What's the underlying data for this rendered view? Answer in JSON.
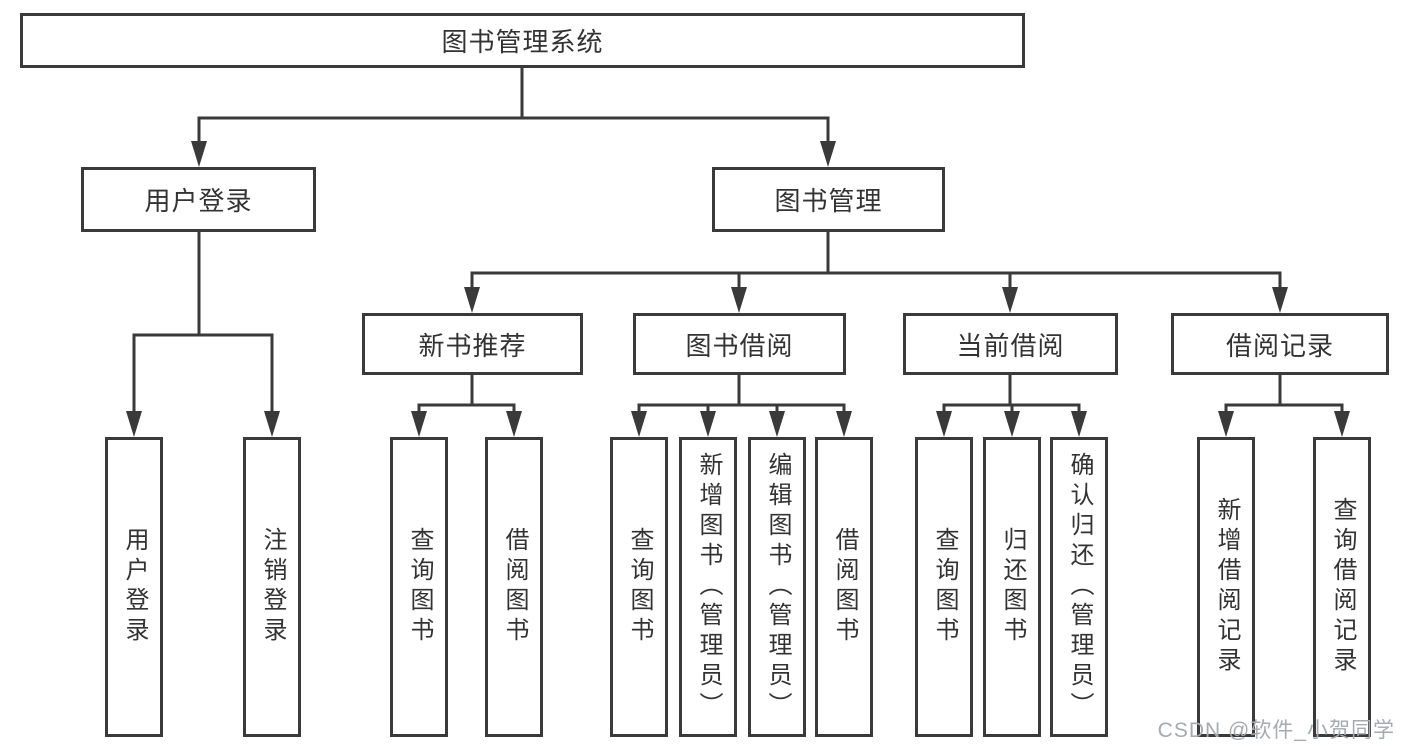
{
  "diagram": {
    "title": "图书管理系统",
    "colors": {
      "line": "#3a3a3a",
      "text": "#333333",
      "background": "#ffffff",
      "watermark": "#a6abb0"
    },
    "tree": {
      "label": "图书管理系统",
      "children": [
        {
          "label": "用户登录",
          "children": [
            {
              "label": "用户登录"
            },
            {
              "label": "注销登录"
            }
          ]
        },
        {
          "label": "图书管理",
          "children": [
            {
              "label": "新书推荐",
              "children": [
                {
                  "label": "查询图书"
                },
                {
                  "label": "借阅图书"
                }
              ]
            },
            {
              "label": "图书借阅",
              "children": [
                {
                  "label": "查询图书"
                },
                {
                  "label": "新增图书（管理员）"
                },
                {
                  "label": "编辑图书（管理员）"
                },
                {
                  "label": "借阅图书"
                }
              ]
            },
            {
              "label": "当前借阅",
              "children": [
                {
                  "label": "查询图书"
                },
                {
                  "label": "归还图书"
                },
                {
                  "label": "确认归还（管理员）"
                }
              ]
            },
            {
              "label": "借阅记录",
              "children": [
                {
                  "label": "新增借阅记录"
                },
                {
                  "label": "查询借阅记录"
                }
              ]
            }
          ]
        }
      ]
    },
    "watermark": "CSDN @软件_小贺同学"
  }
}
